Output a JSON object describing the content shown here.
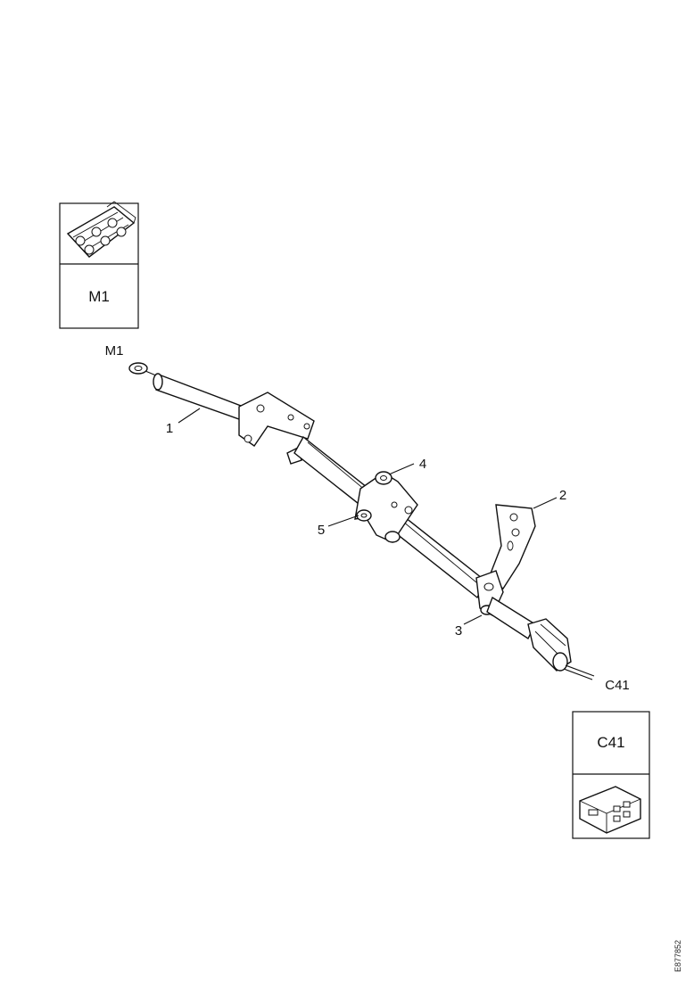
{
  "connectors": [
    {
      "id": "M1",
      "box_label": "M1",
      "callout": "M1"
    },
    {
      "id": "C41",
      "box_label": "C41",
      "callout": "C41"
    }
  ],
  "callouts": [
    "1",
    "2",
    "3",
    "4",
    "5"
  ],
  "reference_code": "E877852"
}
